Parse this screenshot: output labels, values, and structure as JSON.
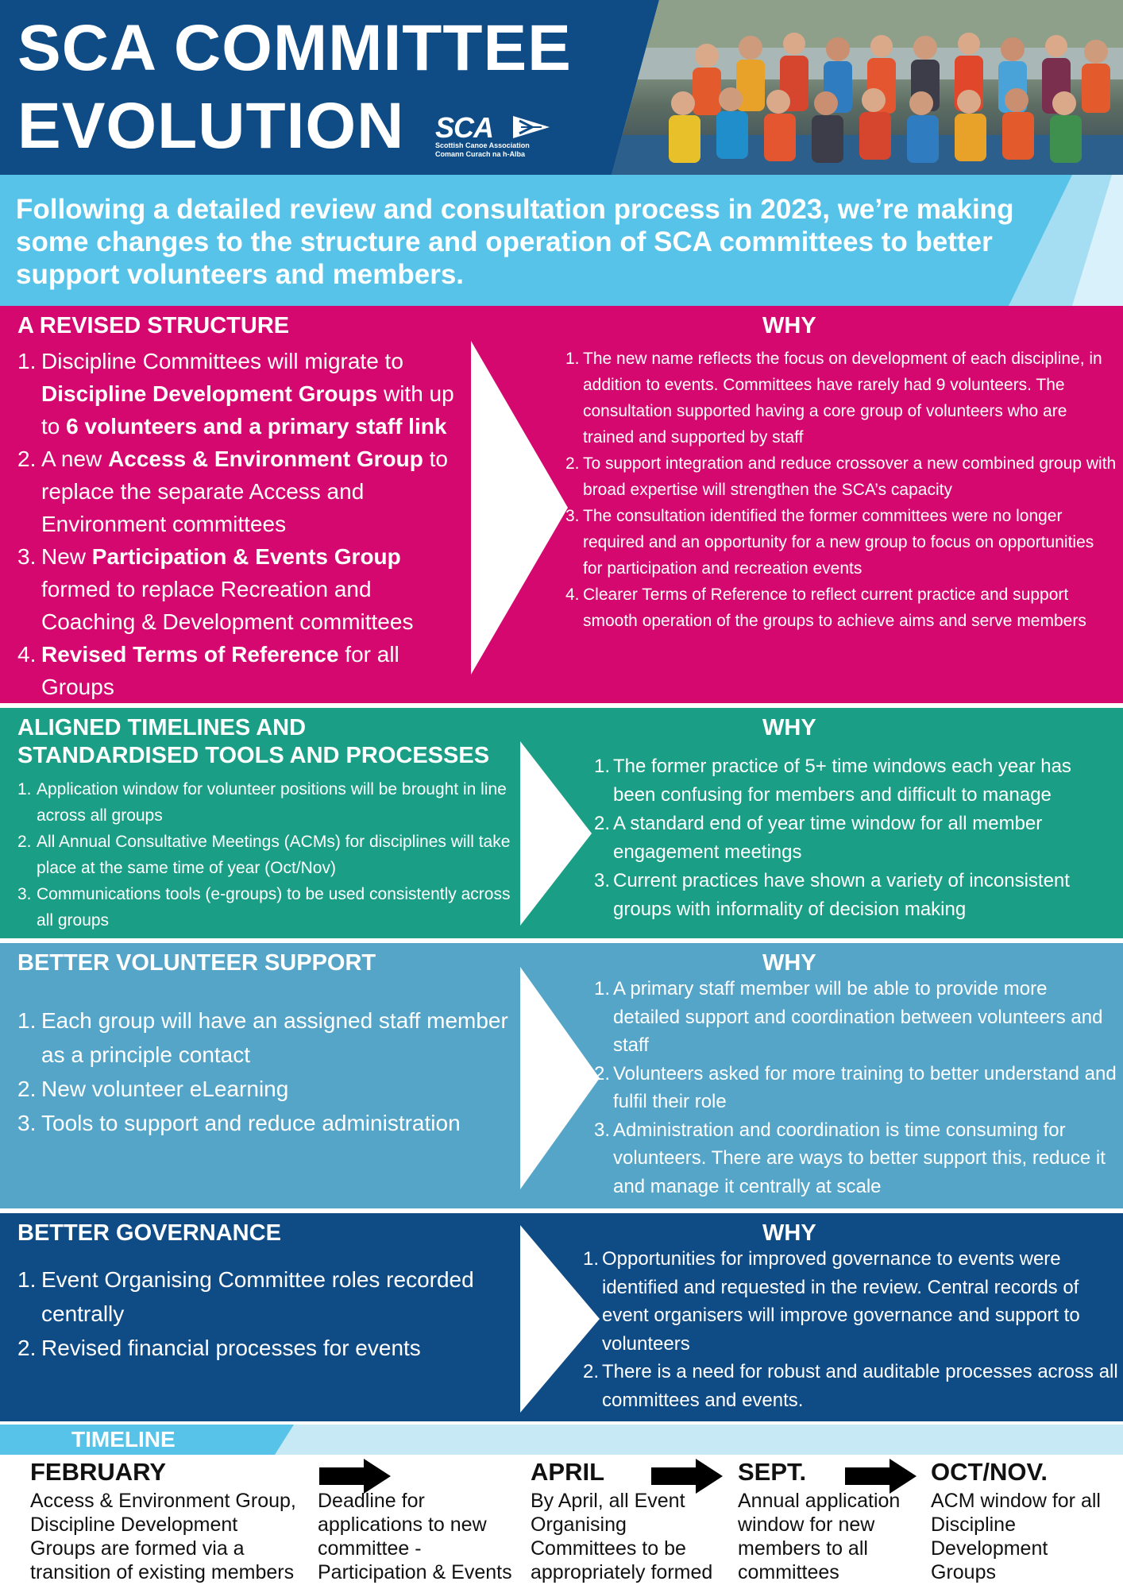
{
  "header": {
    "title_line1": "SCA COMMITTEE",
    "title_line2": "EVOLUTION",
    "logo_mark": "SCA",
    "logo_sub1": "Scottish Canoe Association",
    "logo_sub2": "Comann Curach na h-Alba"
  },
  "intro": "Following a detailed review and consultation process in 2023, we’re making some changes to the structure and operation of SCA committees to better support volunteers and members.",
  "sections": {
    "structure": {
      "title": "A REVISED STRUCTURE",
      "why_label": "WHY",
      "items": [
        {
          "num": "1.",
          "parts": [
            "Discipline Committees will migrate to ",
            "Discipline Development Groups",
            " with up to ",
            "6 volunteers and a primary staff link",
            ""
          ]
        },
        {
          "num": "2.",
          "parts": [
            "A new ",
            "Access & Environment Group",
            " to replace the separate Access and Environment committees",
            "",
            ""
          ]
        },
        {
          "num": "3.",
          "parts": [
            "New ",
            "Participation & Events Group",
            " formed to replace Recreation and Coaching & Development committees",
            "",
            ""
          ]
        },
        {
          "num": "4.",
          "parts": [
            "",
            "Revised Terms of Reference",
            " for all Groups",
            "",
            ""
          ]
        }
      ],
      "why": [
        {
          "num": "1.",
          "text": "The new name reflects the focus on development of each discipline, in addition to events. Committees have rarely had 9 volunteers. The consultation supported having a core group of volunteers who are trained and supported by staff"
        },
        {
          "num": "2.",
          "text": "To support integration and reduce crossover a new combined group with broad expertise will strengthen the SCA’s capacity"
        },
        {
          "num": "3.",
          "text": "The consultation identified the former committees were no longer required and an opportunity for a new group to focus on opportunities for participation and recreation events"
        },
        {
          "num": "4.",
          "text": "Clearer Terms of Reference to reflect current practice and support smooth operation of the groups to achieve aims and serve members"
        }
      ]
    },
    "timelines": {
      "title_line1": "ALIGNED TIMELINES AND",
      "title_line2": "STANDARDISED TOOLS AND PROCESSES",
      "why_label": "WHY",
      "items": [
        {
          "num": "1.",
          "text": "Application window for volunteer positions will be brought in line across all groups"
        },
        {
          "num": "2.",
          "text": "All Annual Consultative Meetings (ACMs) for disciplines will take place at the same time of year (Oct/Nov)"
        },
        {
          "num": "3.",
          "text": "Communications tools (e-groups) to be used consistently across all groups"
        }
      ],
      "why": [
        {
          "num": "1.",
          "text": "The former practice of 5+ time windows each year has been confusing for members and difficult to manage"
        },
        {
          "num": "2.",
          "text": "A standard end of year time window for all member engagement meetings"
        },
        {
          "num": "3.",
          "text": "Current practices have shown a variety of inconsistent groups with informality of decision making"
        }
      ]
    },
    "volunteer": {
      "title": "BETTER VOLUNTEER SUPPORT",
      "why_label": "WHY",
      "items": [
        {
          "num": "1.",
          "text": "Each group will have an assigned staff member as a principle contact"
        },
        {
          "num": "2.",
          "text": "New volunteer eLearning"
        },
        {
          "num": "3.",
          "text": "Tools to support and reduce administration"
        }
      ],
      "why": [
        {
          "num": "1.",
          "text": "A primary staff member will be able to provide more detailed support and coordination between volunteers and staff"
        },
        {
          "num": "2.",
          "text": "Volunteers asked for more training to better understand and fulfil their role"
        },
        {
          "num": "3.",
          "text": "Administration and coordination is time consuming for volunteers. There are ways to better support this, reduce it and manage it centrally at scale"
        }
      ]
    },
    "governance": {
      "title": "BETTER GOVERNANCE",
      "why_label": "WHY",
      "items": [
        {
          "num": "1.",
          "text": "Event Organising Committee roles recorded centrally"
        },
        {
          "num": "2.",
          "text": "Revised financial processes for events"
        }
      ],
      "why": [
        {
          "num": "1.",
          "text": "Opportunities for improved governance to events were identified and requested in the review. Central records of event organisers will improve governance and support to volunteers"
        },
        {
          "num": "2.",
          "text": "There is a need for robust and auditable processes across all committees and events."
        }
      ]
    }
  },
  "timeline": {
    "label": "TIMELINE",
    "entries": [
      {
        "heading": "FEBRUARY",
        "text": "Access & Environment Group, Discipline Development Groups are formed via a transition of existing members"
      },
      {
        "heading": "",
        "text": "Deadline for applications to new committee - Participation & Events"
      },
      {
        "heading": "APRIL",
        "text": "By April, all Event Organising Committees to be appropriately formed"
      },
      {
        "heading": "SEPT.",
        "text": "Annual application window for new members to all committees"
      },
      {
        "heading": "OCT/NOV.",
        "text": "ACM window for all Discipline Development Groups"
      }
    ]
  },
  "colors": {
    "header_blue": "#0f4c86",
    "intro_blue": "#57c3e8",
    "structure_magenta": "#d4086f",
    "timelines_teal": "#1a9e86",
    "volunteer_blue": "#55a5c9",
    "governance_navy": "#0f4c86"
  }
}
